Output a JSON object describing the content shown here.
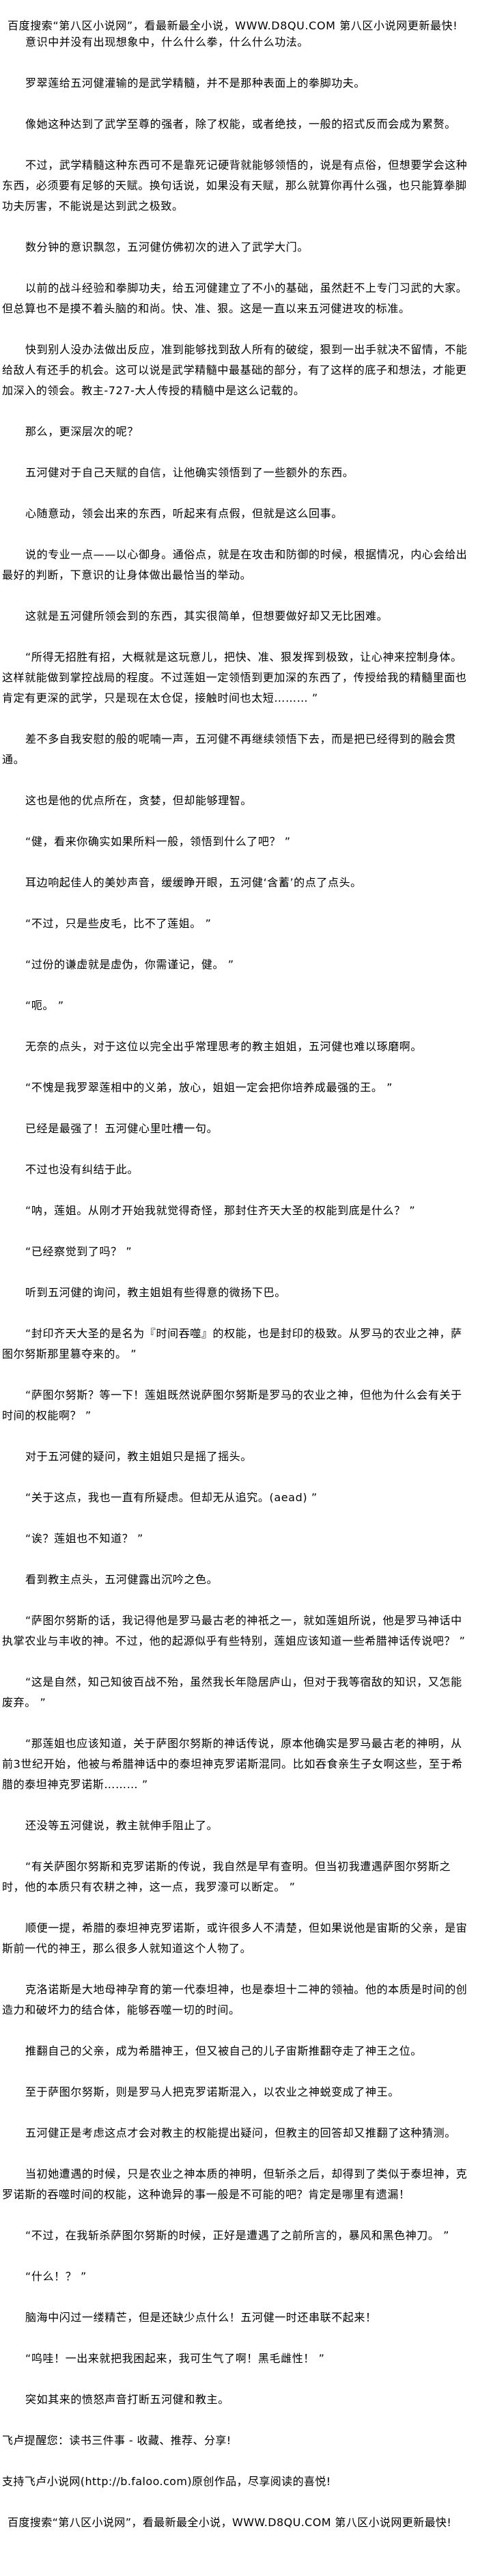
{
  "banner": "百度搜索“第八区小说网”，看最新最全小说，WWW.D8QU.COM  第八区小说网更新最快!",
  "paragraphs": [
    "意识中并没有出现想象中，什么什么拳，什么什么功法。",
    "罗翠莲给五河健灌输的是武学精髓，并不是那种表面上的拳脚功夫。",
    "像她这种达到了武学至尊的强者，除了权能，或者绝技，一般的招式反而会成为累赘。",
    "不过，武学精髓这种东西可不是靠死记硬背就能够领悟的，说是有点俗，但想要学会这种东西，必须要有足够的天赋。换句话说，如果没有天赋，那么就算你再什么强，也只能算拳脚功夫厉害，不能说是达到武之极致。",
    "数分钟的意识飘忽，五河健仿佛初次的进入了武学大门。",
    "以前的战斗经验和拳脚功夫，给五河健建立了不小的基础，虽然赶不上专门习武的大家。但总算也不是摸不着头脑的和尚。快、准、狠。这是一直以来五河健进攻的标准。",
    "快到别人没办法做出反应，准到能够找到敌人所有的破绽，狠到一出手就决不留情，不能给敌人有还手的机会。这可以说是武学精髓中最基础的部分，有了这样的底子和想法，才能更加深入的领会。教主-727-大人传授的精髓中是这么记载的。",
    "那么，更深层次的呢？",
    "五河健对于自己天赋的自信，让他确实领悟到了一些额外的东西。",
    "心随意动，领会出来的东西，听起来有点假，但就是这么回事。",
    "说的专业一点——以心御身。通俗点，就是在攻击和防御的时候，根据情况，内心会给出最好的判断，下意识的让身体做出最恰当的举动。",
    "这就是五河健所领会到的东西，其实很简单，但想要做好却又无比困难。",
    "“所得无招胜有招，大概就是这玩意儿，把快、准、狠发挥到极致，让心神来控制身体。这样就能做到掌控战局的程度。不过莲姐一定领悟到更加深的东西了，传授给我的精髓里面也肯定有更深的武学，只是现在太仓促，接触时间也太短……… ”",
    "差不多自我安慰的般的呢喃一声，五河健不再继续领悟下去，而是把已经得到的融会贯通。",
    "这也是他的优点所在，贪婪，但却能够理智。",
    "“健，看来你确实如果所料一般，领悟到什么了吧？ ”",
    "耳边响起佳人的美妙声音，缓缓睁开眼，五河健‘含蓄’的点了点头。",
    "“不过，只是些皮毛，比不了莲姐。 ”",
    "“过份的谦虚就是虚伪，你需谨记，健。 ”",
    "“呃。 ”",
    "无奈的点头，对于这位以完全出乎常理思考的教主姐姐，五河健也难以琢磨啊。",
    "“不愧是我罗翠莲相中的义弟，放心，姐姐一定会把你培养成最强的王。 ”",
    "已经是最强了！五河健心里吐槽一句。",
    "不过也没有纠结于此。",
    "“呐，莲姐。从刚才开始我就觉得奇怪，那封住齐天大圣的权能到底是什么？ ”",
    "“已经察觉到了吗？ ”",
    "听到五河健的询问，教主姐姐有些得意的微扬下巴。",
    "“封印齐天大圣的是名为『时间吞噬』的权能，也是封印的极致。从罗马的农业之神，萨图尔努斯那里篡夺来的。 ”",
    "“萨图尔努斯？等一下！莲姐既然说萨图尔努斯是罗马的农业之神，但他为什么会有关于时间的权能啊？ ”",
    "对于五河健的疑问，教主姐姐只是摇了摇头。",
    "“关于这点，我也一直有所疑虑。但却无从追究。(aead) ”",
    "“诶？莲姐也不知道？ ”",
    "看到教主点头，五河健露出沉吟之色。",
    "“萨图尔努斯的话，我记得他是罗马最古老的神祇之一，就如莲姐所说，他是罗马神话中执掌农业与丰收的神。不过，他的起源似乎有些特别，莲姐应该知道一些希腊神话传说吧？ ”",
    "“这是自然，知己知彼百战不殆，虽然我长年隐居庐山，但对于我等宿敌的知识，又怎能废弃。 ”",
    "“那莲姐也应该知道，关于萨图尔努斯的神话传说，原本他确实是罗马最古老的神明，从前3世纪开始，他被与希腊神话中的泰坦神克罗诺斯混同。比如吞食亲生子女啊这些，至于希腊的泰坦神克罗诺斯……… ”",
    "还没等五河健说，教主就伸手阻止了。",
    "“有关萨图尔努斯和克罗诺斯的传说，我自然是早有查明。但当初我遭遇萨图尔努斯之时，他的本质只有农耕之神，这一点，我罗濠可以断定。 ”",
    "顺便一提，希腊的泰坦神克罗诺斯，或许很多人不清楚，但如果说他是宙斯的父亲，是宙斯前一代的神王，那么很多人就知道这个人物了。",
    "克洛诺斯是大地母神孕育的第一代泰坦神，也是泰坦十二神的领袖。他的本质是时间的创造力和破坏力的结合体，能够吞噬一切的时间。",
    "推翻自己的父亲，成为希腊神王，但又被自己的儿子宙斯推翻夺走了神王之位。",
    "至于萨图尔努斯，则是罗马人把克罗诺斯混入，以农业之神蜕变成了神王。",
    "五河健正是考虑这点才会对教主的权能提出疑问，但教主的回答却又推翻了这种猜测。",
    "当初她遭遇的时候，只是农业之神本质的神明，但斩杀之后，却得到了类似于泰坦神，克罗诺斯的吞噬时间的权能，这种诡异的事一般是不可能的吧？肯定是哪里有遗漏！",
    "“不过，在我斩杀萨图尔努斯的时候，正好是遭遇了之前所言的，暴风和黑色神刀。 ”",
    "“什么！？ ”",
    "脑海中闪过一缕精芒，但是还缺少点什么！五河健一时还串联不起来！",
    "“呜哇！一出来就把我困起来，我可生气了啊！黑毛雌性！ ”",
    "突如其来的愤怒声音打断五河健和教主。"
  ],
  "footer": {
    "reminder": "飞卢提醒您：读书三件事 - 收藏、推荐、分享!",
    "support": "支持飞卢小说网(http://b.faloo.com)原创作品，尽享阅读的喜悦!",
    "banner": "百度搜索“第八区小说网”，看最新最全小说，WWW.D8QU.COM  第八区小说网更新最快!"
  }
}
